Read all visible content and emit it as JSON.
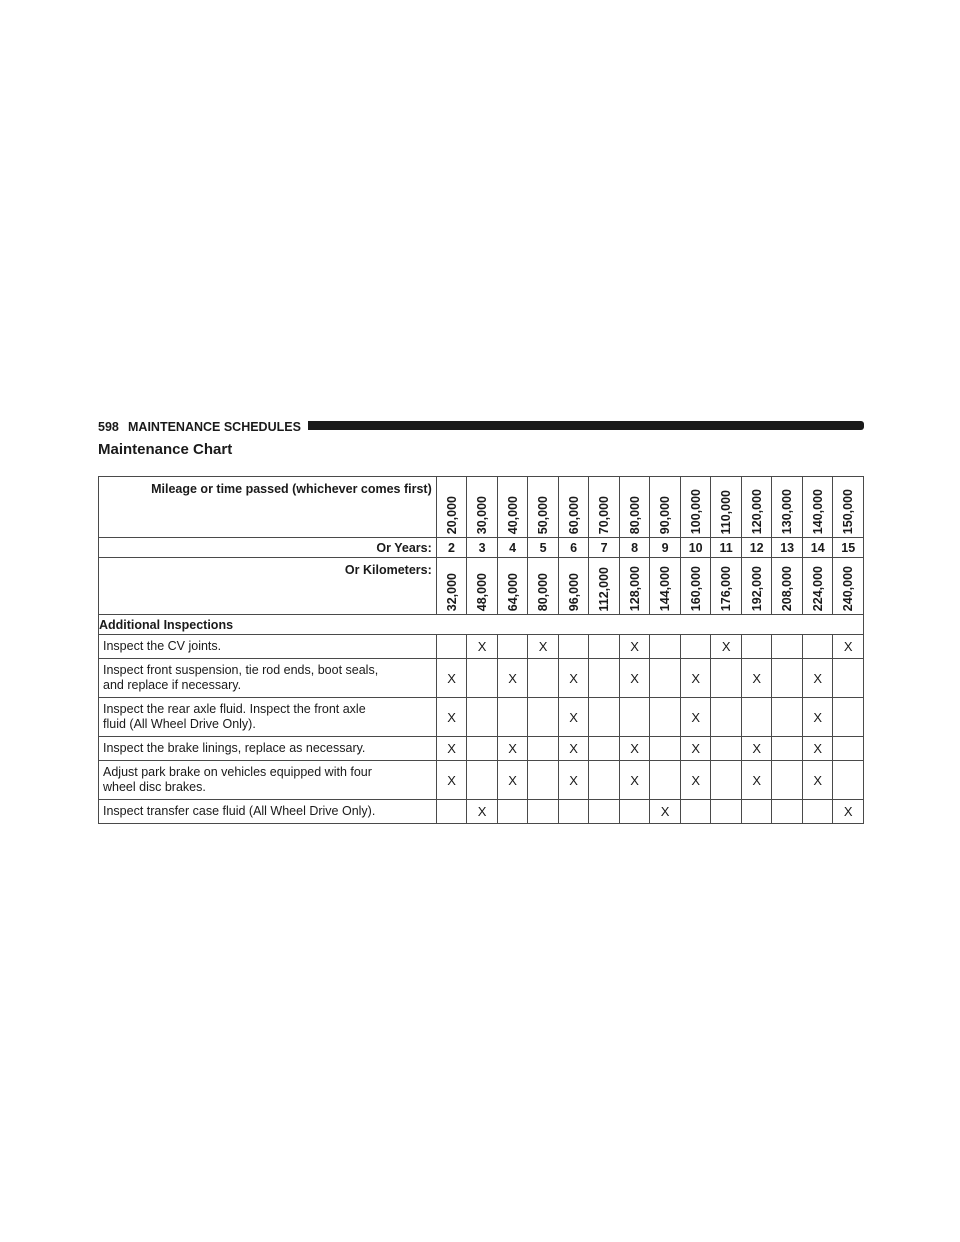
{
  "running_head": {
    "page_number": "598",
    "section": "MAINTENANCE SCHEDULES"
  },
  "title": "Maintenance Chart",
  "table": {
    "mileage_label": "Mileage or time passed (whichever comes first)",
    "mileage": [
      "20,000",
      "30,000",
      "40,000",
      "50,000",
      "60,000",
      "70,000",
      "80,000",
      "90,000",
      "100,000",
      "110,000",
      "120,000",
      "130,000",
      "140,000",
      "150,000"
    ],
    "years_label": "Or Years:",
    "years": [
      "2",
      "3",
      "4",
      "5",
      "6",
      "7",
      "8",
      "9",
      "10",
      "11",
      "12",
      "13",
      "14",
      "15"
    ],
    "km_label": "Or Kilometers:",
    "kilometers": [
      "32,000",
      "48,000",
      "64,000",
      "80,000",
      "96,000",
      "112,000",
      "128,000",
      "144,000",
      "160,000",
      "176,000",
      "192,000",
      "208,000",
      "224,000",
      "240,000"
    ],
    "section_label": "Additional Inspections",
    "rows": [
      {
        "text": "Inspect the CV joints.",
        "marks": [
          "",
          "X",
          "",
          "X",
          "",
          "",
          "X",
          "",
          "",
          "X",
          "",
          "",
          "",
          "X"
        ]
      },
      {
        "text": "Inspect front suspension, tie rod ends, boot seals,\nand replace if necessary.",
        "marks": [
          "X",
          "",
          "X",
          "",
          "X",
          "",
          "X",
          "",
          "X",
          "",
          "X",
          "",
          "X",
          ""
        ]
      },
      {
        "text": "Inspect the rear axle fluid. Inspect the front axle\nfluid (All Wheel Drive Only).",
        "marks": [
          "X",
          "",
          "",
          "",
          "X",
          "",
          "",
          "",
          "X",
          "",
          "",
          "",
          "X",
          ""
        ]
      },
      {
        "text": "Inspect the brake linings, replace as necessary.",
        "marks": [
          "X",
          "",
          "X",
          "",
          "X",
          "",
          "X",
          "",
          "X",
          "",
          "X",
          "",
          "X",
          ""
        ]
      },
      {
        "text": "Adjust park brake on vehicles equipped with four\nwheel disc brakes.",
        "marks": [
          "X",
          "",
          "X",
          "",
          "X",
          "",
          "X",
          "",
          "X",
          "",
          "X",
          "",
          "X",
          ""
        ]
      },
      {
        "text": "Inspect transfer case fluid (All Wheel Drive Only).",
        "marks": [
          "",
          "X",
          "",
          "",
          "",
          "",
          "",
          "X",
          "",
          "",
          "",
          "",
          "",
          "X"
        ]
      }
    ]
  }
}
